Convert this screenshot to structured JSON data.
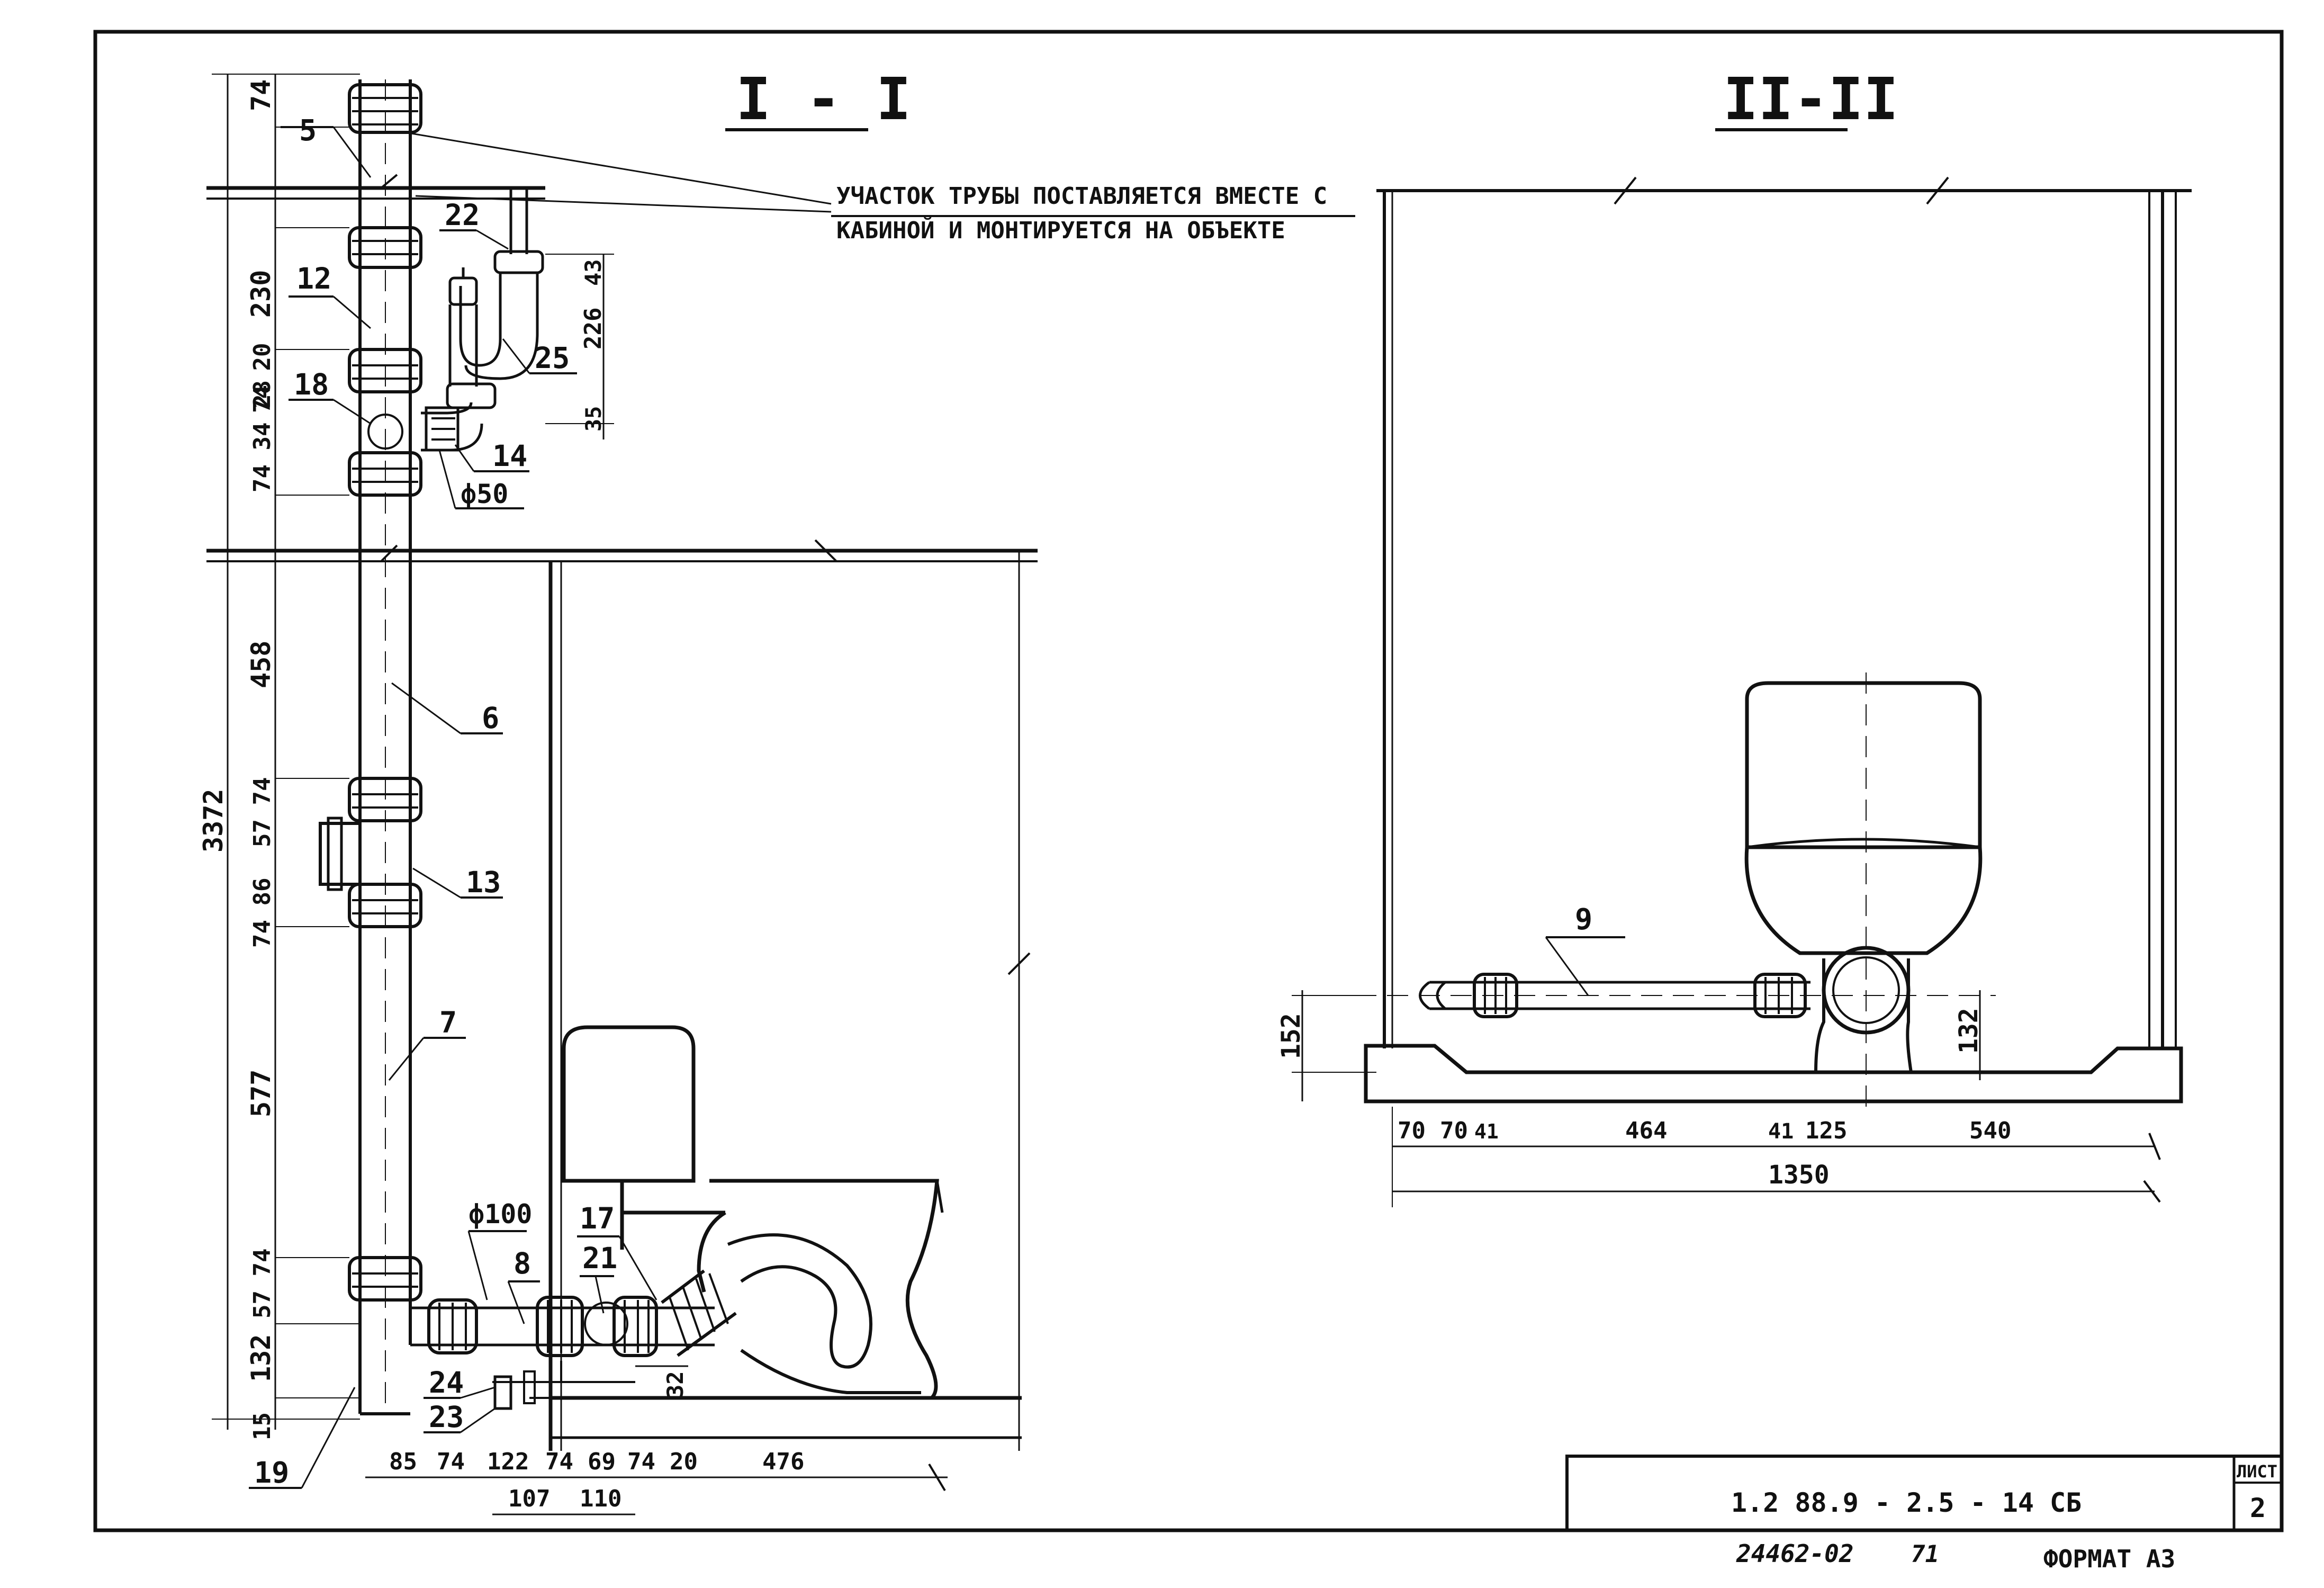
{
  "section_titles": {
    "s1": "I - I",
    "s2": "II-II"
  },
  "note": {
    "line1": "УЧАСТОК ТРУБЫ ПОСТАВЛЯЕТСЯ ВМЕСТЕ С",
    "line2": "КАБИНОЙ И МОНТИРУЕТСЯ НА ОБЪЕКТЕ"
  },
  "callouts": {
    "c5": "5",
    "c12": "12",
    "c18": "18",
    "c22": "22",
    "c25": "25",
    "c14": "14",
    "d50": "ф50",
    "c6": "6",
    "c13": "13",
    "c7": "7",
    "d100": "ф100",
    "c8": "8",
    "c17": "17",
    "c21": "21",
    "c24": "24",
    "c23": "23",
    "c19": "19",
    "c9": "9"
  },
  "dims_left": {
    "d74top": "74",
    "d230": "230",
    "d74_20": "74 20",
    "d74_34_28": "74 34 28",
    "d458": "458",
    "d3372": "3372",
    "d57_74": "57 74",
    "d74_86": "74 86",
    "d577": "577",
    "d57_74b": "57 74",
    "d132": "132",
    "d15": "15"
  },
  "dims_small": {
    "d43": "43",
    "d226": "226",
    "d35": "35",
    "d32": "32"
  },
  "dims_bottom1": {
    "b85": "85",
    "b74a": "74",
    "b122": "122",
    "b74b": "74",
    "b69": "69",
    "b74c": "74",
    "b20": "20",
    "b476": "476",
    "b107": "107",
    "b110": "110"
  },
  "dims_s2": {
    "h152": "152",
    "h132": "132",
    "w70a": "70",
    "w70b": "70",
    "w41a": "41",
    "w464": "464",
    "w41b": "41",
    "w125": "125",
    "w540": "540",
    "w1350": "1350"
  },
  "title_block": {
    "code": "1.2 88.9 - 2.5 - 14  СБ",
    "sheet_label": "ЛИСТ",
    "sheet_number": "2"
  },
  "footer": {
    "inv": "24462-02",
    "num": "71",
    "format": "ФОРМАТ А3"
  }
}
